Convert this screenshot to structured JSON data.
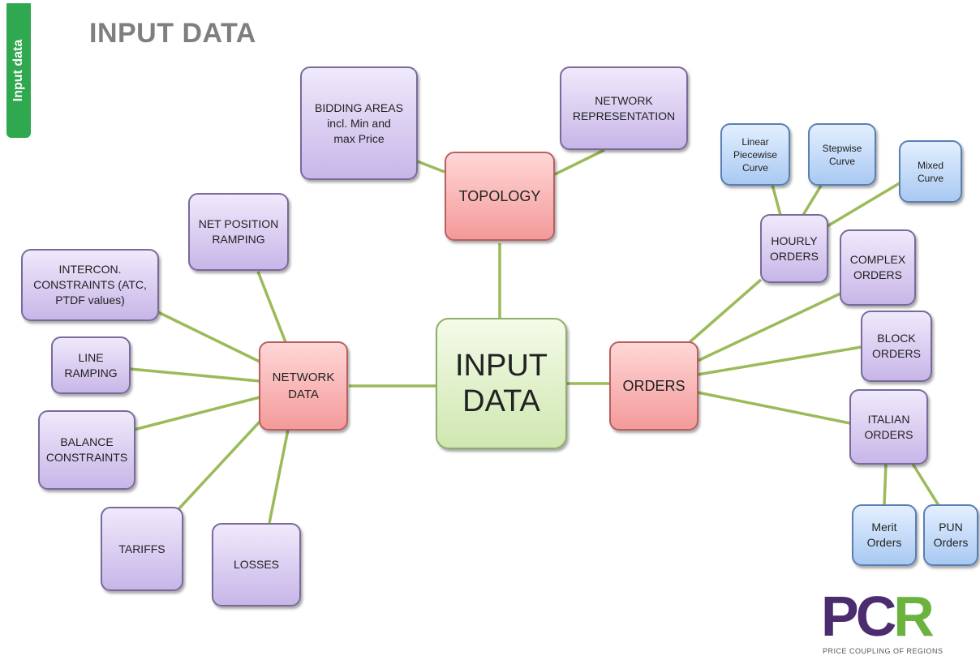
{
  "side_tab": {
    "label": "Input data"
  },
  "page": {
    "title": "INPUT DATA"
  },
  "nodes": {
    "input_data": "INPUT\nDATA",
    "topology": "TOPOLOGY",
    "network_data": "NETWORK\nDATA",
    "orders": "ORDERS",
    "bidding_areas": "BIDDING AREAS\nincl. Min and\nmax Price",
    "network_representation": "NETWORK\nREPRESENTATION",
    "net_position_ramping": "NET POSITION\nRAMPING",
    "intercon_constraints": "INTERCON.\nCONSTRAINTS (ATC,\nPTDF values)",
    "line_ramping": "LINE\nRAMPING",
    "balance_constraints": "BALANCE\nCONSTRAINTS",
    "tariffs": "TARIFFS",
    "losses": "LOSSES",
    "hourly_orders": "HOURLY\nORDERS",
    "complex_orders": "COMPLEX\nORDERS",
    "block_orders": "BLOCK\nORDERS",
    "italian_orders": "ITALIAN\nORDERS",
    "linear_piecewise_curve": "Linear\nPiecewise\nCurve",
    "stepwise_curve": "Stepwise\nCurve",
    "mixed_curve": "Mixed\nCurve",
    "merit_orders": "Merit\nOrders",
    "pun_orders": "PUN\nOrders"
  },
  "logo": {
    "word_part1": "PC",
    "word_part2": "R",
    "subtitle": "PRICE COUPLING OF REGIONS"
  },
  "colors": {
    "connector": "#9bbb59",
    "purple": "#c7b6e8",
    "red": "#f49a9a",
    "blue": "#a9c9f2",
    "green": "#cfe7b0"
  }
}
